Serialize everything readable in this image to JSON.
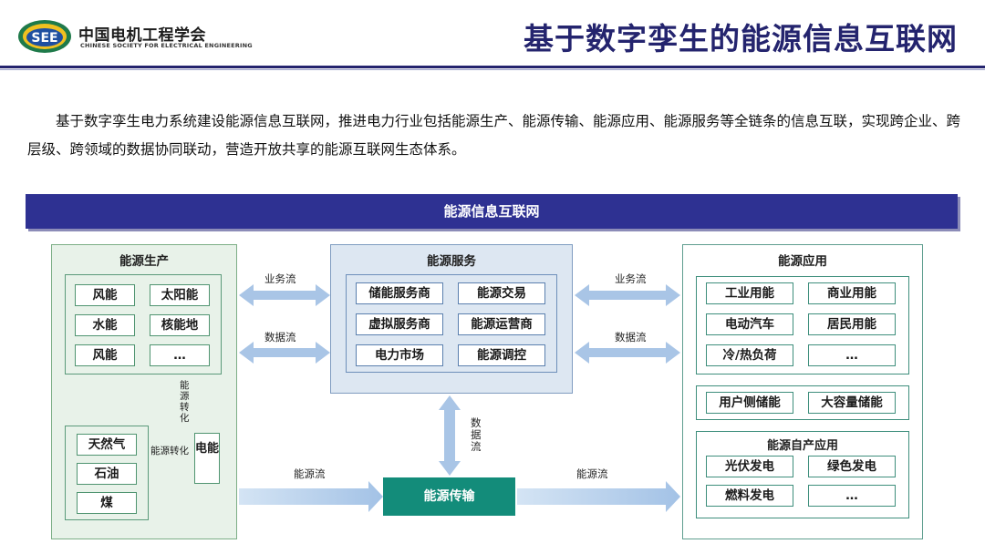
{
  "header": {
    "org_name_cn": "中国电机工程学会",
    "org_name_en": "CHINESE SOCIETY FOR ELECTRICAL ENGINEERING",
    "logo_text": "SEE",
    "title": "基于数字孪生的能源信息互联网",
    "rule_color": "#24246e"
  },
  "intro": "基于数字孪生电力系统建设能源信息互联网，推进电力行业包括能源生产、能源传输、能源应用、能源服务等全链条的信息互联，实现跨企业、跨层级、跨领域的数据协同联动，营造开放共享的能源互联网生态体系。",
  "diagram": {
    "banner": "能源信息互联网",
    "production": {
      "title": "能源生产",
      "primary": [
        "风能",
        "太阳能",
        "水能",
        "核能地",
        "风能",
        "…"
      ],
      "fossil": [
        "天然气",
        "石油",
        "煤"
      ],
      "conversion_label": "能源转化",
      "conversion_vertical": "能源转化",
      "electricity": "电能"
    },
    "service": {
      "title": "能源服务",
      "items": [
        "储能服务商",
        "能源交易",
        "虚拟服务商",
        "能源运营商",
        "电力市场",
        "能源调控"
      ]
    },
    "application": {
      "title": "能源应用",
      "uses": [
        "工业用能",
        "商业用能",
        "电动汽车",
        "居民用能",
        "冷/热负荷",
        "…"
      ],
      "storage": [
        "用户侧储能",
        "大容量储能"
      ],
      "self_title": "能源自产应用",
      "self_items": [
        "光伏发电",
        "绿色发电",
        "燃料发电",
        "…"
      ]
    },
    "transmission": "能源传输",
    "flows": {
      "business": "业务流",
      "data": "数据流",
      "energy": "能源流",
      "data_vertical": "数据流"
    },
    "colors": {
      "banner": "#2e3192",
      "production_bg": "#e8f2e9",
      "service_bg": "#dde7f2",
      "transmission": "#138c7a",
      "arrow": "#a9c5e6"
    }
  }
}
